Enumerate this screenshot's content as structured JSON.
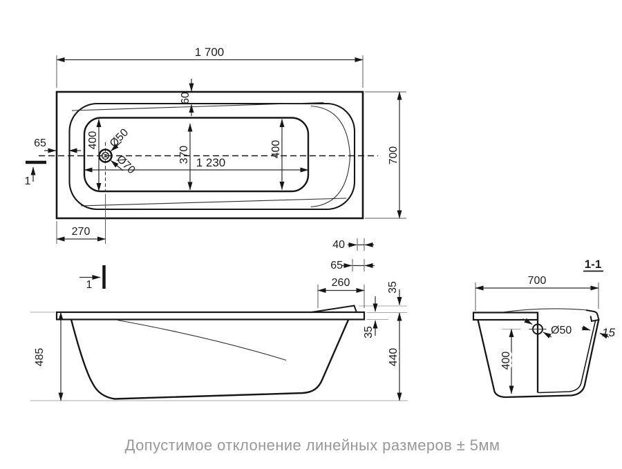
{
  "caption": "Допустимое отклонение линейных размеров ± 5мм",
  "plan_view": {
    "overall_length": "1 700",
    "overall_width": "700",
    "inner_length": "1 230",
    "rim_gap_top": "60",
    "edge_gap_left": "65",
    "drain_from_left": "270",
    "inner_width_at_drain": "400",
    "inner_width_middle": "370",
    "inner_width_right": "400",
    "drain_diameter": "Ø50",
    "overflow_diameter": "Ø70",
    "overflow_offset_40": "40",
    "overflow_offset_65": "65",
    "section_mark": "1"
  },
  "side_view": {
    "overall_height": "485",
    "inner_depth": "440",
    "rim_thickness": "35",
    "headrest_rise": "35",
    "headrest_length": "260",
    "section_mark": "1"
  },
  "section_view": {
    "title": "1-1",
    "width": "700",
    "drain_diameter": "Ø50",
    "drain_height": "400",
    "wall_thickness": "15"
  }
}
